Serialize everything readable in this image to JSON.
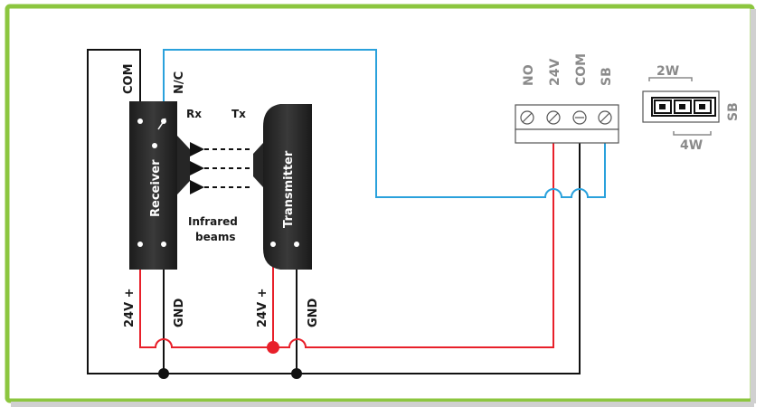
{
  "receiver": {
    "name": "Receiver",
    "terminal_top_left": "COM",
    "terminal_top_right": "N/C",
    "terminal_bottom_left": "24V +",
    "terminal_bottom_right": "GND",
    "side_label": "Rx"
  },
  "transmitter": {
    "name": "Transmitter",
    "terminal_bottom_left": "24V +",
    "terminal_bottom_right": "GND",
    "side_label": "Tx"
  },
  "beams_label_line1": "Infrared",
  "beams_label_line2": "beams",
  "terminal_block": {
    "labels": [
      "NO",
      "24V",
      "COM",
      "SB"
    ]
  },
  "jumper": {
    "top_label": "2W",
    "bottom_label": "4W",
    "side_label": "SB"
  },
  "colors": {
    "frame_border": "#8cc63f",
    "wire_red": "#e8202a",
    "wire_blue": "#2aa1dc",
    "wire_black": "#111111",
    "device_body": "#2b2b2b",
    "label_grey": "#8a8a8a"
  }
}
